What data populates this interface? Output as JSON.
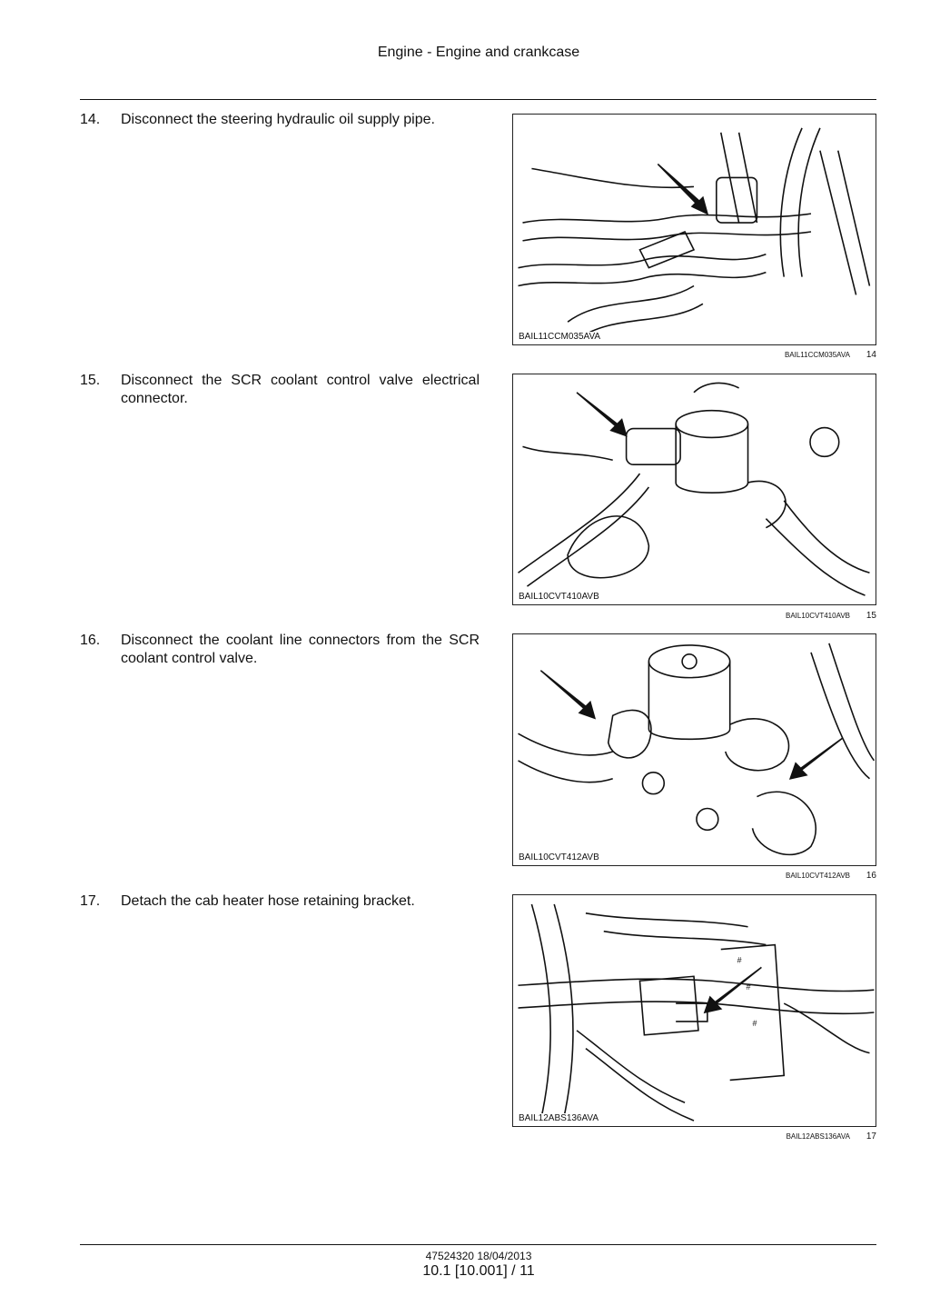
{
  "header": {
    "title": "Engine - Engine and crankcase"
  },
  "steps": [
    {
      "number": "14.",
      "text": "Disconnect the steering hydraulic oil supply pipe.",
      "image_code": "BAIL11CCM035AVA",
      "caption_code": "BAIL11CCM035AVA",
      "figure_number": "14"
    },
    {
      "number": "15.",
      "text": "Disconnect the SCR coolant control valve electrical connector.",
      "image_code": "BAIL10CVT410AVB",
      "caption_code": "BAIL10CVT410AVB",
      "figure_number": "15"
    },
    {
      "number": "16.",
      "text": "Disconnect the coolant line connectors from the SCR coolant control valve.",
      "image_code": "BAIL10CVT412AVB",
      "caption_code": "BAIL10CVT412AVB",
      "figure_number": "16"
    },
    {
      "number": "17.",
      "text": "Detach the cab heater hose retaining bracket.",
      "image_code": "BAIL12ABS136AVA",
      "caption_code": "BAIL12ABS136AVA",
      "figure_number": "17"
    }
  ],
  "footer": {
    "doc_ref": "47524320 18/04/2013",
    "page_ref": "10.1 [10.001] / 11"
  }
}
